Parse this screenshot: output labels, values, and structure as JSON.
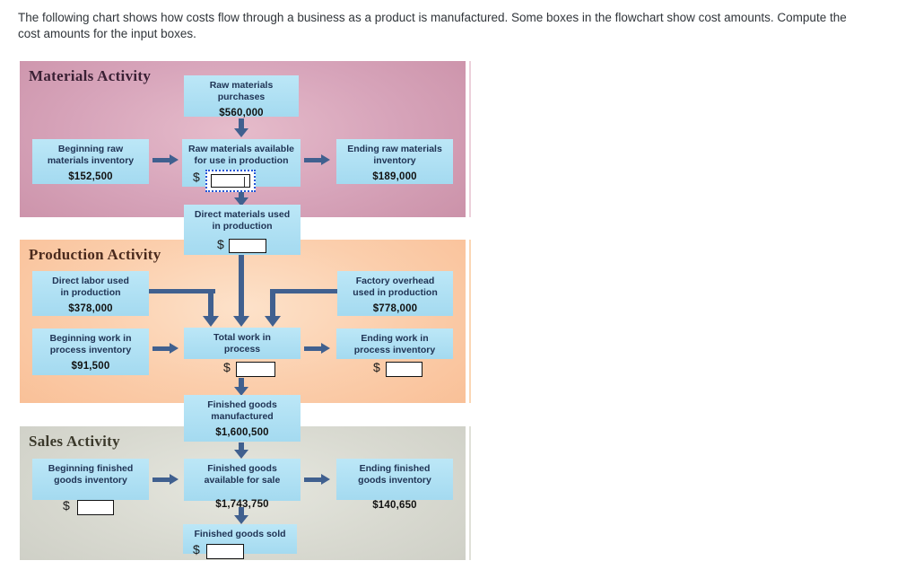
{
  "instructions": "The following chart shows how costs flow through a business as a product is manufactured. Some boxes in the flowchart show cost amounts. Compute the cost amounts for the input boxes.",
  "sections": {
    "materials": {
      "title": "Materials Activity"
    },
    "production": {
      "title": "Production Activity"
    },
    "sales": {
      "title": "Sales Activity"
    }
  },
  "nodes": {
    "raw_materials_purchases": {
      "line1": "Raw materials",
      "line2": "purchases",
      "amount": "$560,000"
    },
    "beginning_raw_materials": {
      "line1": "Beginning raw",
      "line2": "materials inventory",
      "amount": "$152,500"
    },
    "raw_materials_available": {
      "line1": "Raw materials available",
      "line2": "for use in production",
      "currency": "$",
      "input_value": "",
      "focused": true
    },
    "ending_raw_materials": {
      "line1": "Ending raw materials",
      "line2": "inventory",
      "amount": "$189,000"
    },
    "direct_materials_used": {
      "line1": "Direct materials used",
      "line2": "in production",
      "currency": "$",
      "input_value": ""
    },
    "direct_labor": {
      "line1": "Direct labor used",
      "line2": "in production",
      "amount": "$378,000"
    },
    "factory_overhead": {
      "line1": "Factory overhead",
      "line2": "used in production",
      "amount": "$778,000"
    },
    "beginning_wip": {
      "line1": "Beginning work in",
      "line2": "process inventory",
      "amount": "$91,500"
    },
    "total_wip": {
      "line1": "Total work in",
      "line2": "process",
      "currency": "$",
      "input_value": ""
    },
    "ending_wip": {
      "line1": "Ending work in",
      "line2": "process inventory",
      "currency": "$",
      "input_value": ""
    },
    "finished_goods_manufactured": {
      "line1": "Finished goods",
      "line2": "manufactured",
      "amount": "$1,600,500"
    },
    "beginning_finished_goods": {
      "line1": "Beginning finished",
      "line2": "goods inventory",
      "currency": "$",
      "input_value": ""
    },
    "finished_goods_available": {
      "line1": "Finished goods",
      "line2": "available for sale",
      "amount": "$1,743,750"
    },
    "ending_finished_goods": {
      "line1": "Ending finished",
      "line2": "goods inventory",
      "amount": "$140,650"
    },
    "finished_goods_sold": {
      "line1": "Finished goods sold",
      "currency": "$",
      "input_value": ""
    }
  },
  "colors": {
    "materials_band": "#d4a0b6",
    "production_band": "#fbcaa2",
    "sales_band": "#d6d7ce",
    "node_box": "#a9def2",
    "arrow": "#40608f",
    "focus_ring": "#2456d6",
    "input_border": "#111111"
  }
}
